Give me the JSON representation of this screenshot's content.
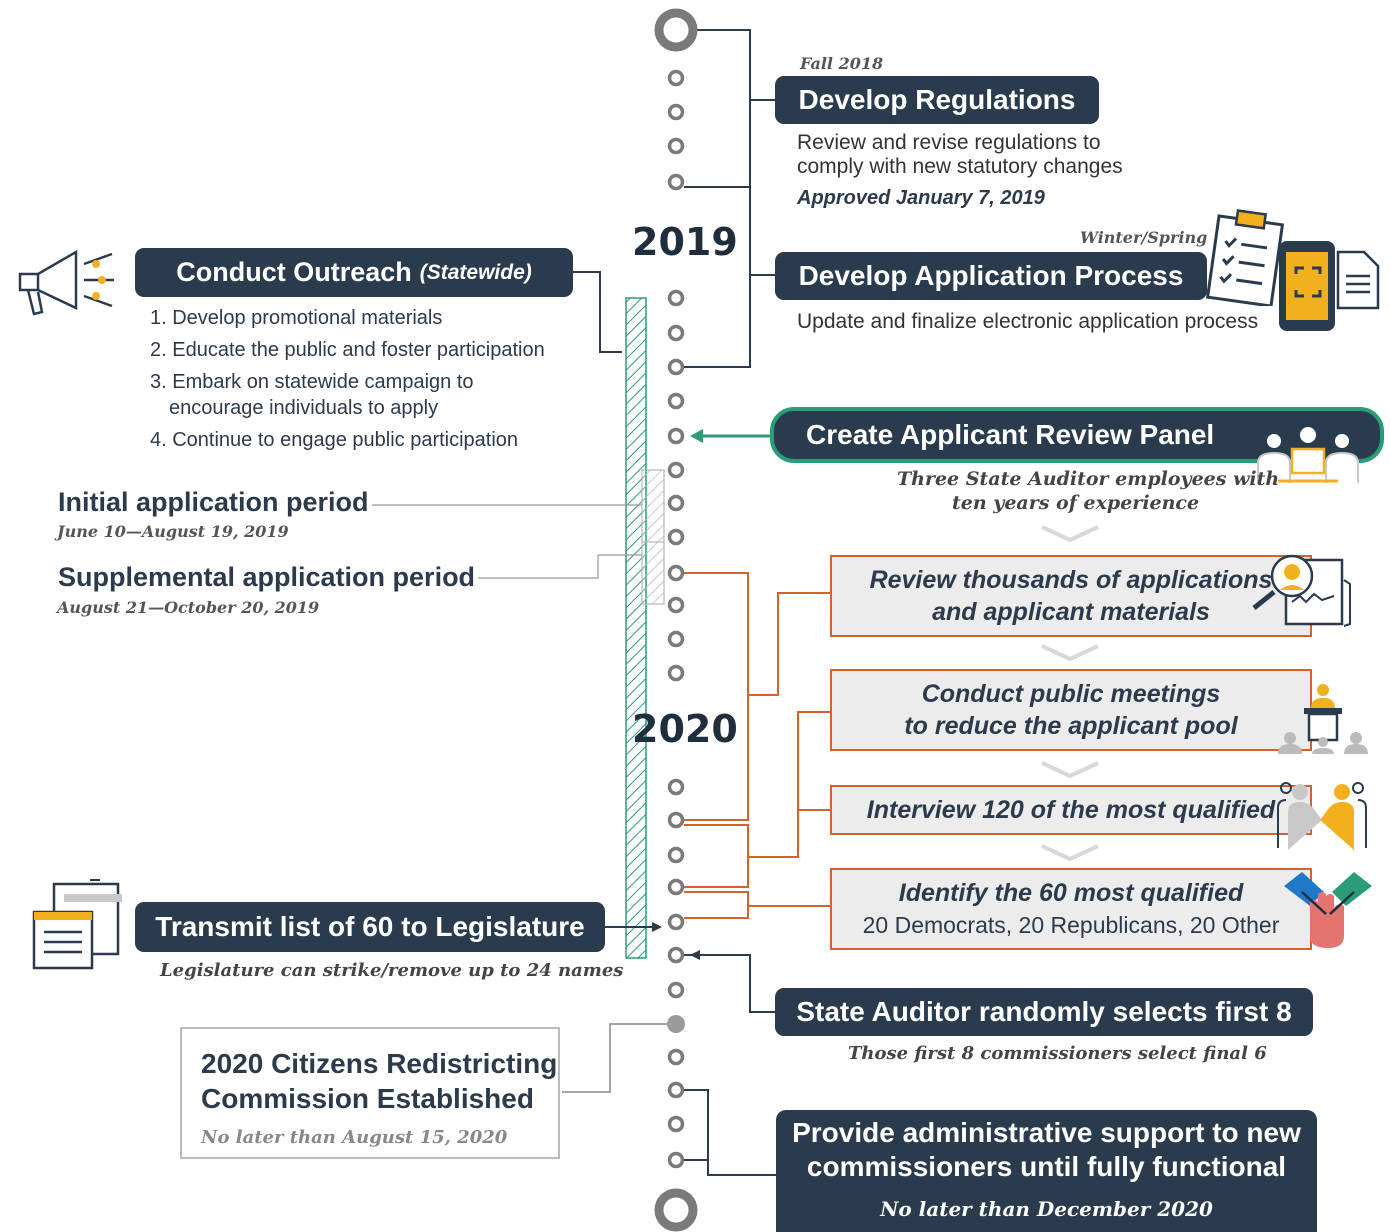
{
  "years": {
    "y2019": "2019",
    "y2020": "2020"
  },
  "develop_regulations": {
    "date": "Fall 2018",
    "title": "Develop Regulations",
    "desc_line1": "Review and revise regulations to",
    "desc_line2": "comply with new statutory changes",
    "status": "Approved January 7, 2019"
  },
  "develop_application": {
    "date": "Winter/Spring",
    "title": "Develop Application Process",
    "desc": "Update and finalize electronic application process"
  },
  "outreach": {
    "title": "Conduct Outreach",
    "title_suffix": "(Statewide)",
    "items": [
      "1. Develop promotional materials",
      "2. Educate the public and foster participation",
      "3. Embark on statewide campaign to",
      "encourage individuals to apply",
      "4. Continue to engage public participation"
    ]
  },
  "periods": {
    "initial_label": "Initial application period",
    "initial_dates": "June 10—August 19, 2019",
    "supplemental_label": "Supplemental application period",
    "supplemental_dates": "August 21—October 20, 2019"
  },
  "review_panel": {
    "title": "Create Applicant Review Panel",
    "note_line1": "Three State Auditor employees with",
    "note_line2": "ten years of experience"
  },
  "steps": {
    "review_line1": "Review thousands of applications",
    "review_line2": "and applicant materials",
    "meetings_line1": "Conduct public meetings",
    "meetings_line2": "to reduce the applicant pool",
    "interview": "Interview 120 of the most qualified",
    "identify_line1": "Identify the 60 most qualified",
    "identify_line2": "20 Democrats, 20 Republicans, 20 Other"
  },
  "transmit": {
    "title": "Transmit list of 60 to Legislature",
    "note": "Legislature can strike/remove up to 24 names"
  },
  "random_select": {
    "title": "State Auditor randomly selects first 8",
    "note": "Those first 8 commissioners select final 6"
  },
  "commission": {
    "title_line1": "2020 Citizens Redistricting",
    "title_line2": "Commission Established",
    "note": "No later than August 15, 2020"
  },
  "admin_support": {
    "title_line1": "Provide administrative support to new",
    "title_line2": "commissioners until fully functional",
    "note": "No later than December 2020"
  },
  "colors": {
    "navy": "#2a3b4e",
    "orange": "#d4622b",
    "green": "#2a9d78",
    "gold": "#f2b01e",
    "gray_box": "#ececec"
  },
  "icons": [
    "megaphone-icon",
    "clipboard-icon",
    "phone-icon",
    "document-icon",
    "people-icon",
    "magnifier-resume-icon",
    "podium-icon",
    "handshake-icon",
    "hands-icon",
    "list-transfer-icon"
  ]
}
